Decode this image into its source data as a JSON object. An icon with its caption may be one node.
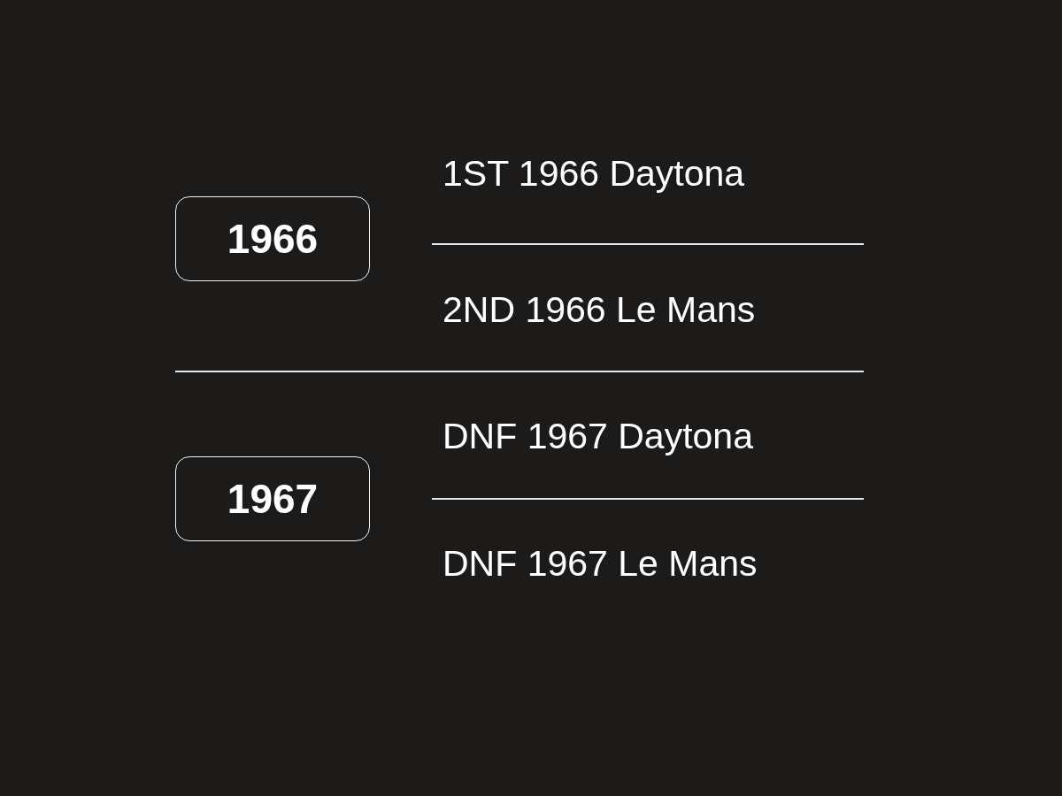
{
  "diagram": {
    "nodes": [
      {
        "text": [
          "1966"
        ],
        "beside": [
          "1ST 1966 Daytona",
          "2ND 1966 Le Mans"
        ]
      },
      {
        "text": [
          "1967"
        ],
        "beside": [
          "DNF 1967 Daytona",
          "DNF 1967 Le Mans"
        ]
      }
    ]
  }
}
